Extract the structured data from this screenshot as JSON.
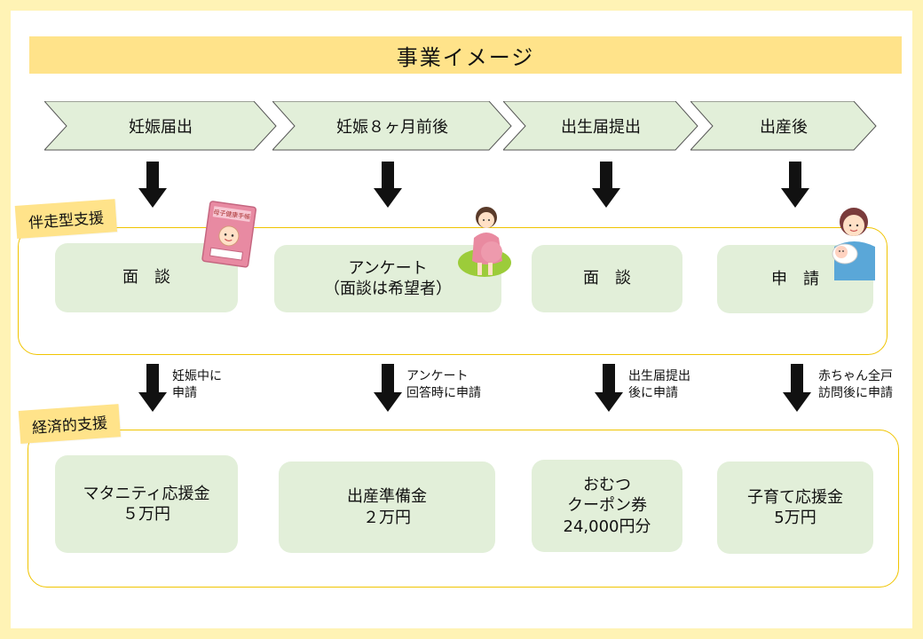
{
  "title": "事業イメージ",
  "stages": [
    "妊娠届出",
    "妊娠８ヶ月前後",
    "出生届提出",
    "出産後"
  ],
  "sections": {
    "companion": {
      "tag": "伴走型支援",
      "boxes": [
        {
          "line1": "面　談",
          "line2": ""
        },
        {
          "line1": "アンケート",
          "line2": "（面談は希望者）"
        },
        {
          "line1": "面　談",
          "line2": ""
        },
        {
          "line1": "申　請",
          "line2": ""
        }
      ]
    },
    "economic": {
      "tag": "経済的支援",
      "boxes": [
        {
          "line1": "マタニティ応援金",
          "line2": "５万円",
          "line3": ""
        },
        {
          "line1": "出産準備金",
          "line2": "２万円",
          "line3": ""
        },
        {
          "line1": "おむつ",
          "line2": "クーポン券",
          "line3": "24,000円分"
        },
        {
          "line1": "子育て応援金",
          "line2": "5万円",
          "line3": ""
        }
      ]
    }
  },
  "notes": [
    {
      "line1": "妊娠中に",
      "line2": "申請"
    },
    {
      "line1": "アンケート",
      "line2": "回答時に申請"
    },
    {
      "line1": "出生届提出",
      "line2": "後に申請"
    },
    {
      "line1": "赤ちゃん全戸",
      "line2": "訪問後に申請"
    }
  ],
  "illustrations": {
    "handbook": "母子健康手帳",
    "icons": [
      "handbook-icon",
      "pregnant-woman-icon",
      "nurse-with-baby-icon"
    ]
  },
  "colors": {
    "background_border": "#fff3b5",
    "title_bar": "#ffe38a",
    "stage_fill": "#e2efd9",
    "box_fill": "#e2efd9",
    "section_border": "#f0c400",
    "arrow": "#111111"
  }
}
